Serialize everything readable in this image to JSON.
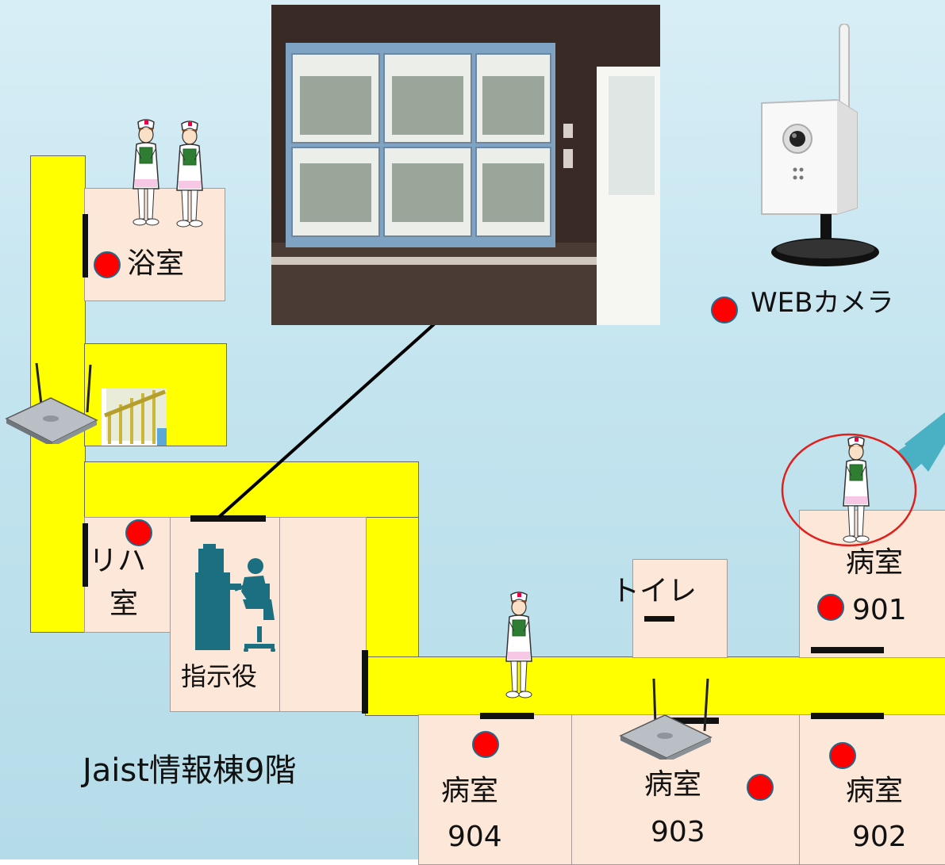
{
  "floor_title": "Jaist情報棟9階",
  "legend": {
    "label": "WEBカメラ",
    "marker_color": "#ff0000"
  },
  "rooms": {
    "bath": "浴室",
    "rehab_line1": "リハ",
    "rehab_line2": "室",
    "director": "指示役",
    "toilet": "トイレ",
    "ward_901_name": "病室",
    "ward_901_number": "901",
    "ward_902_name": "病室",
    "ward_902_number": "902",
    "ward_903_name": "病室",
    "ward_903_number": "903",
    "ward_904_name": "病室",
    "ward_904_number": "904"
  },
  "colors": {
    "background": "#c3e4ef",
    "corridor": "#ffff00",
    "room": "#fde7d8",
    "camera_marker": "#ff0000",
    "highlight_circle": "#e0201c",
    "monitor_figure": "#1c6f80"
  },
  "icons": [
    "nurse-icon",
    "wifi-router-icon",
    "web-camera-icon",
    "operator-at-console-icon",
    "stairs-icon",
    "direction-arrow-icon"
  ]
}
